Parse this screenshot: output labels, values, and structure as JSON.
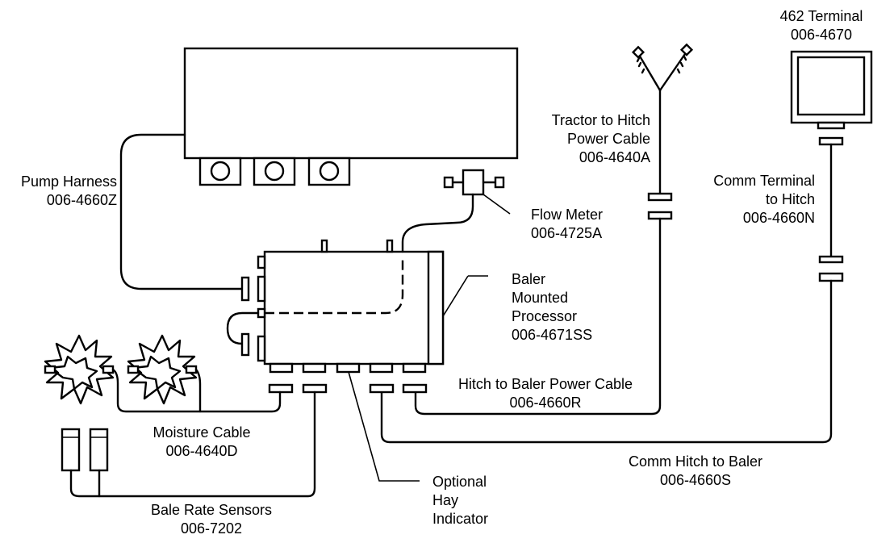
{
  "labels": {
    "terminal_name": "462 Terminal",
    "terminal_part": "006-4670",
    "tractor_cable_line1": "Tractor to Hitch",
    "tractor_cable_line2": "Power Cable",
    "tractor_cable_part": "006-4640A",
    "comm_terminal_line1": "Comm Terminal",
    "comm_terminal_line2": "to Hitch",
    "comm_terminal_part": "006-4660N",
    "pump_harness_name": "Pump Harness",
    "pump_harness_part": "006-4660Z",
    "flow_meter_name": "Flow Meter",
    "flow_meter_part": "006-4725A",
    "processor_line1": "Baler",
    "processor_line2": "Mounted",
    "processor_line3": "Processor",
    "processor_part": "006-4671SS",
    "hitch_baler_name": "Hitch to Baler Power Cable",
    "hitch_baler_part": "006-4660R",
    "moisture_name": "Moisture Cable",
    "moisture_part": "006-4640D",
    "comm_hitch_name": "Comm Hitch to Baler",
    "comm_hitch_part": "006-4660S",
    "hay_indicator_line1": "Optional",
    "hay_indicator_line2": "Hay",
    "hay_indicator_line3": "Indicator",
    "bale_rate_name": "Bale Rate Sensors",
    "bale_rate_part": "006-7202"
  },
  "icons": {
    "pump": "pump-box-icon",
    "terminal": "monitor-icon",
    "antenna": "power-plug-icon",
    "moisture": "starwheel-icon",
    "bale_sensor": "sensor-icon"
  }
}
